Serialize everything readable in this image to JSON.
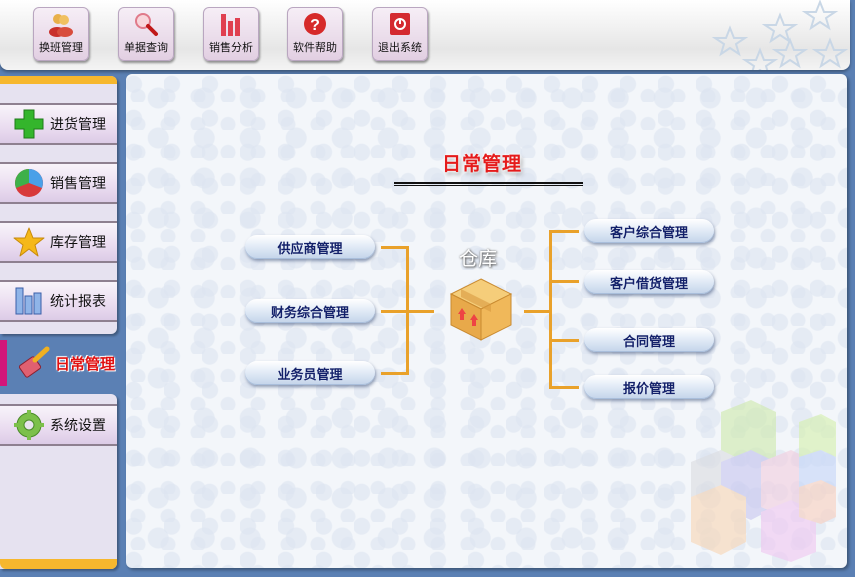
{
  "toolbar": {
    "buttons": [
      {
        "label": "换班管理",
        "icon": "users-icon"
      },
      {
        "label": "单据查询",
        "icon": "magnifier-icon"
      },
      {
        "label": "销售分析",
        "icon": "bar-chart-icon"
      },
      {
        "label": "软件帮助",
        "icon": "help-icon"
      },
      {
        "label": "退出系统",
        "icon": "power-icon"
      }
    ]
  },
  "sidebar": {
    "items": [
      {
        "label": "进货管理",
        "icon": "plus-icon"
      },
      {
        "label": "销售管理",
        "icon": "pie-chart-icon"
      },
      {
        "label": "库存管理",
        "icon": "star-icon"
      },
      {
        "label": "统计报表",
        "icon": "bar-chart-icon"
      },
      {
        "label": "日常管理",
        "icon": "brush-icon",
        "active": true
      },
      {
        "label": "系统设置",
        "icon": "gear-icon"
      }
    ]
  },
  "main": {
    "title": "日常管理",
    "center_label": "仓库",
    "left_nodes": [
      "供应商管理",
      "财务综合管理",
      "业务员管理"
    ],
    "right_nodes": [
      "客户综合管理",
      "客户借货管理",
      "合同管理",
      "报价管理"
    ]
  },
  "colors": {
    "accent_orange": "#e9a12a",
    "title_red": "#e51b1b",
    "active_marker": "#d2157a",
    "background_blue": "#5b80b4"
  }
}
